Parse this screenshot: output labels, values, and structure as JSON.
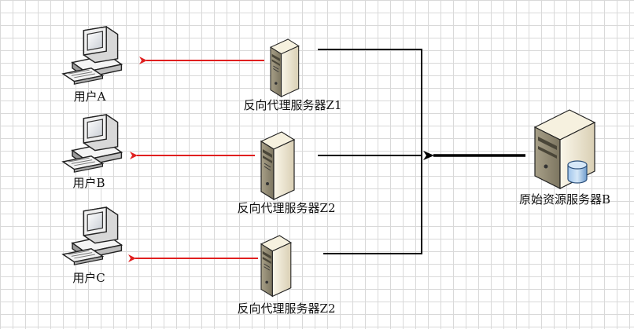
{
  "users": [
    {
      "label": "用户A"
    },
    {
      "label": "用户B"
    },
    {
      "label": "用户C"
    }
  ],
  "proxies": [
    {
      "label": "反向代理服务器Z1"
    },
    {
      "label": "反向代理服务器Z2"
    },
    {
      "label": "反向代理服务器Z2"
    }
  ],
  "origin": {
    "label": "原始资源服务器B"
  },
  "icons": {
    "user": "desktop-computer-icon",
    "proxy": "tower-server-icon",
    "origin": "database-server-icon"
  },
  "colors": {
    "response_arrow": "#e02020",
    "request_arrow": "#000000",
    "grid": "#d9d9d9"
  }
}
